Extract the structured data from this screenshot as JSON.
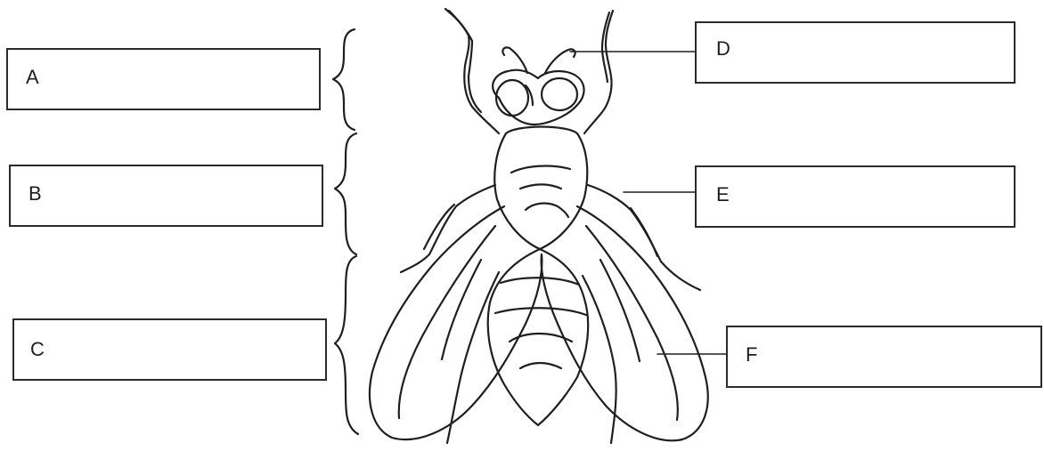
{
  "labels": {
    "a": "A",
    "b": "B",
    "c": "C",
    "d": "D",
    "e": "E",
    "f": "F"
  }
}
